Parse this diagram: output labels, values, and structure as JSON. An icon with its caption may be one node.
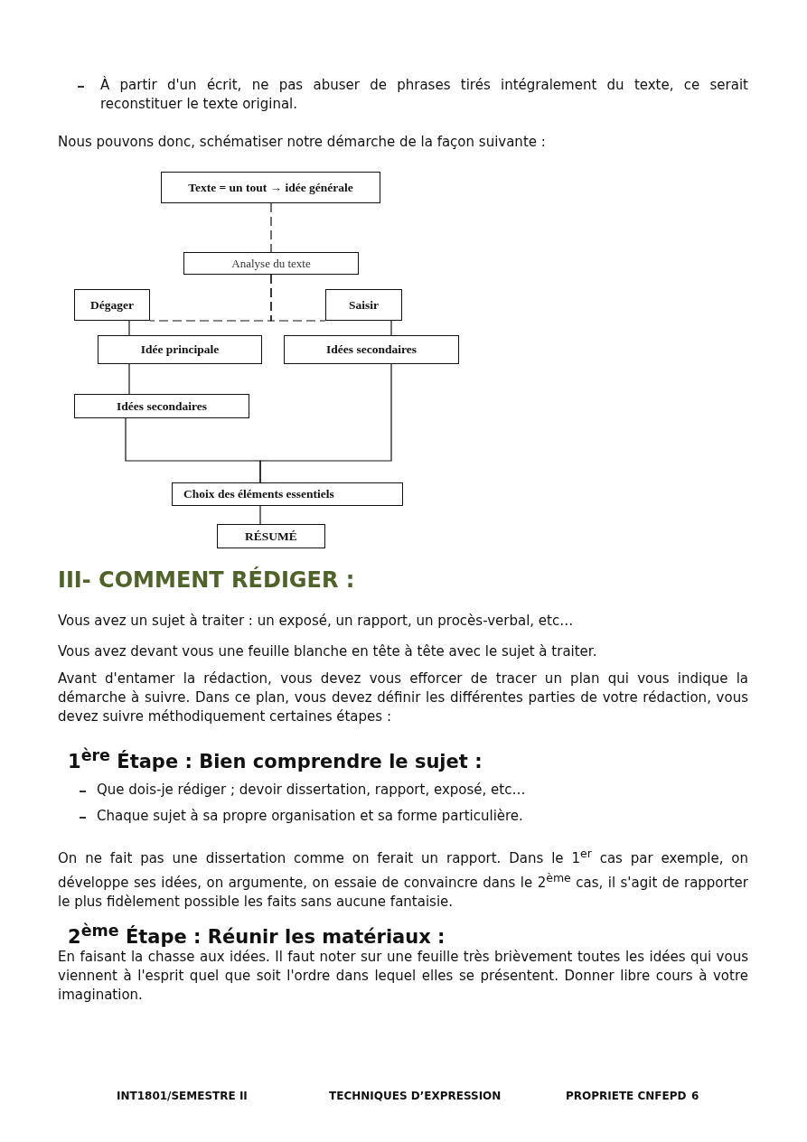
{
  "diagram": {
    "nodes": [
      {
        "text": [
          "Texte = un tout → idée générale"
        ]
      },
      {
        "text": [
          "Analyse du texte"
        ]
      },
      {
        "text": [
          "Dégager"
        ]
      },
      {
        "text": [
          "Saisir"
        ]
      },
      {
        "text": [
          "Idée principale"
        ]
      },
      {
        "text": [
          "Idées secondaires"
        ]
      },
      {
        "text": [
          "Idées secondaires"
        ]
      },
      {
        "text": [
          "Choix des éléments essentiels"
        ]
      },
      {
        "text": [
          "RÉSUMÉ"
        ]
      }
    ],
    "edges": [
      {
        "from": 0,
        "to": 1,
        "arrow": "none",
        "style": "dashed"
      },
      {
        "from": 1,
        "to": 2,
        "arrow": "none",
        "style": "dashed"
      },
      {
        "from": 1,
        "to": 3,
        "arrow": "none",
        "style": "dashed"
      },
      {
        "from": 2,
        "to": 4,
        "arrow": "none"
      },
      {
        "from": 3,
        "to": 5,
        "arrow": "none"
      },
      {
        "from": 4,
        "to": 6,
        "arrow": "none"
      },
      {
        "from": 6,
        "to": 7,
        "arrow": "none"
      },
      {
        "from": 5,
        "to": 7,
        "arrow": "none"
      },
      {
        "from": 7,
        "to": 8,
        "arrow": "none"
      }
    ],
    "labels": [
      "À partir d'un écrit, ne pas abuser de phrases tirés intégralement du texte, ce serait reconstituer le texte original.",
      "Nous pouvons donc, schématiser notre démarche de la façon suivante :",
      "III- COMMENT RÉDIGER :",
      "Vous avez un sujet à traiter : un exposé, un rapport, un procès-verbal, etc…",
      "Vous avez devant vous une feuille blanche en tête à tête avec le sujet à traiter.",
      "Avant d'entamer la rédaction, vous devez vous efforcer de tracer un plan qui vous indique la démarche à suivre. Dans ce plan, vous devez définir les différentes parties de votre rédaction, vous devez suivre méthodiquement certaines étapes :",
      "1$^{ère}$ Étape : Bien comprendre le sujet :",
      "Que dois-je rédiger ; devoir dissertation, rapport, exposé, etc…",
      "Chaque sujet à sa propre organisation et sa forme particulière.",
      "On ne fait pas une dissertation comme on ferait un rapport. Dans le 1$^{er}$ cas par exemple, on développe ses idées, on argumente, on essaie de convaincre dans le 2$^{ème}$ cas, il s'agit de rapporter le plus fidèlement possible les faits sans aucune fantaisie.",
      "2$^{ème}$ Étape : Réunir les matériaux :",
      "En faisant la chasse aux idées. Il faut noter sur une feuille très brièvement toutes les idées qui vous viennent à l'esprit quel que soit l'ordre dans lequel elles se présentent. Donner libre cours à votre imagination.",
      "INT1801/SEMESTRE II",
      "TECHNIQUES D’EXPRESSION",
      "PROPRIETE CNFEPD",
      "6"
    ]
  }
}
